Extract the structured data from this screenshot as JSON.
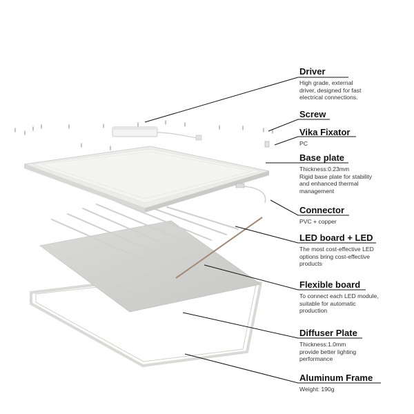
{
  "components": [
    {
      "title": "Driver",
      "description": "High grade, external\ndriver, designed for fast\nelectrical connections."
    },
    {
      "title": "Screw",
      "description": ""
    },
    {
      "title": "Vika Fixator",
      "description": "PC"
    },
    {
      "title": "Base plate",
      "description": "Thickness:0.23mm\nRigid base plate for stability\nand enhanced thermal\nmanagement"
    },
    {
      "title": "Connector",
      "description": "PVC + copper"
    },
    {
      "title": "LED board + LED",
      "description": "The most cost-effective LED\noptions bring cost-effective\nproducts"
    },
    {
      "title": "Flexible board",
      "description": "To connect each LED module,\nsuitable for automatic\nproduction"
    },
    {
      "title": "Diffuser Plate",
      "description": "Thickness:1.0mm\nprovide better lighting\nperformance"
    },
    {
      "title": "Aluminum Frame",
      "description": "Weight: 190g"
    }
  ],
  "colors": {
    "line": "#111111",
    "panel": "#f2f2f0",
    "frame": "#e6e6e3",
    "sheet": "#d4d4d2",
    "strip": "#c9c9c9"
  }
}
